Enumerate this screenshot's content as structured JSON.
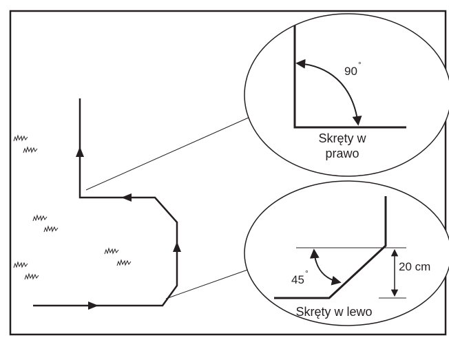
{
  "labels": {
    "right_turn_line1": "Skręty w",
    "right_turn_line2": "prawo",
    "left_turn": "Skręty w lewo",
    "angle_right": "90",
    "angle_left": "45",
    "degree_symbol": "°",
    "distance": "20 cm"
  },
  "colors": {
    "ink": "#231f20",
    "background": "#ffffff"
  },
  "icons": {
    "grass": "grass-tuft-icon",
    "arrow": "direction-arrow-icon"
  }
}
